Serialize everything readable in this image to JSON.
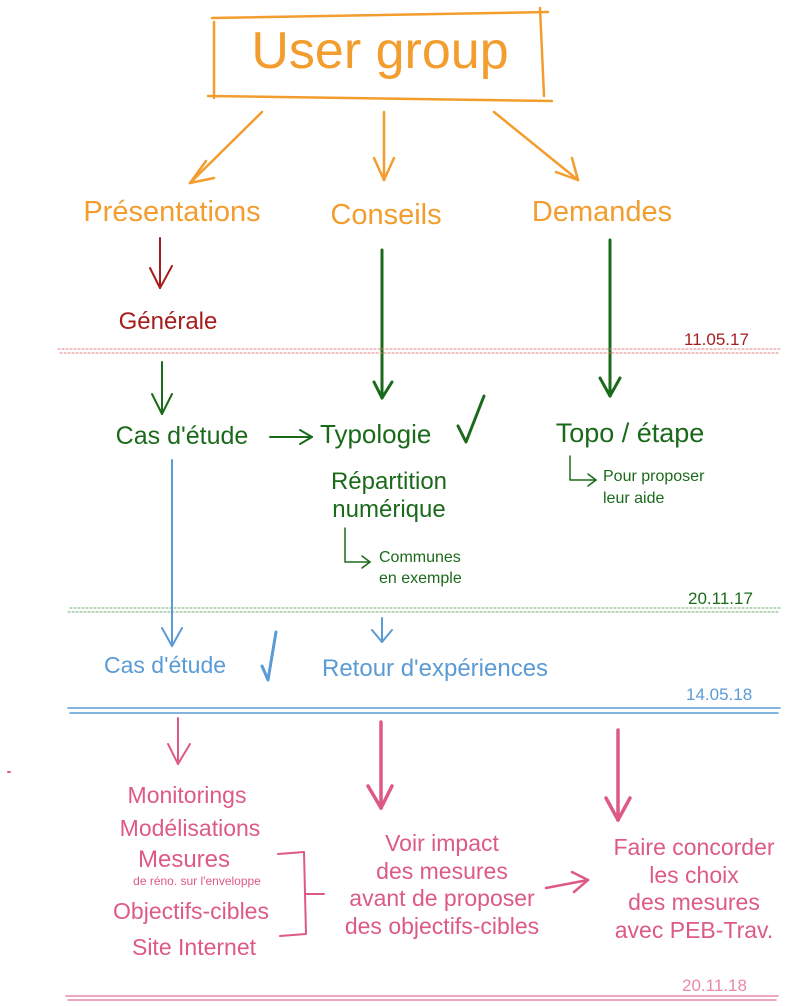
{
  "title": "User group",
  "branches": {
    "presentations": "Présentations",
    "conseils": "Conseils",
    "demandes": "Demandes"
  },
  "phase1": {
    "generale": "Générale",
    "date": "11.05.17"
  },
  "phase2": {
    "cas_etude": "Cas d'étude",
    "typologie": "Typologie",
    "repartition_line1": "Répartition",
    "repartition_line2": "numérique",
    "communes_line1": "Communes",
    "communes_line2": "en exemple",
    "topo": "Topo / étape",
    "pour_line1": "Pour proposer",
    "pour_line2": "leur aide",
    "date": "20.11.17"
  },
  "phase3": {
    "cas_etude": "Cas d'étude",
    "retour": "Retour d'expériences",
    "date": "14.05.18"
  },
  "phase4": {
    "left_items": [
      "Monitorings",
      "Modélisations",
      "Mesures"
    ],
    "mesures_sub": "de réno. sur l'enveloppe",
    "objectifs": "Objectifs-cibles",
    "site": "Site Internet",
    "voir_lines": [
      "Voir impact",
      "des mesures",
      "avant de proposer",
      "des objectifs-cibles"
    ],
    "faire_lines": [
      "Faire concorder",
      "les choix",
      "des mesures",
      "avec PEB-Trav."
    ],
    "date": "20.11.18"
  },
  "colors": {
    "orange": "#f29d2e",
    "darkred": "#a61d1d",
    "green": "#1b6a1b",
    "blue": "#5b9bd5",
    "pink": "#dd5a86"
  }
}
